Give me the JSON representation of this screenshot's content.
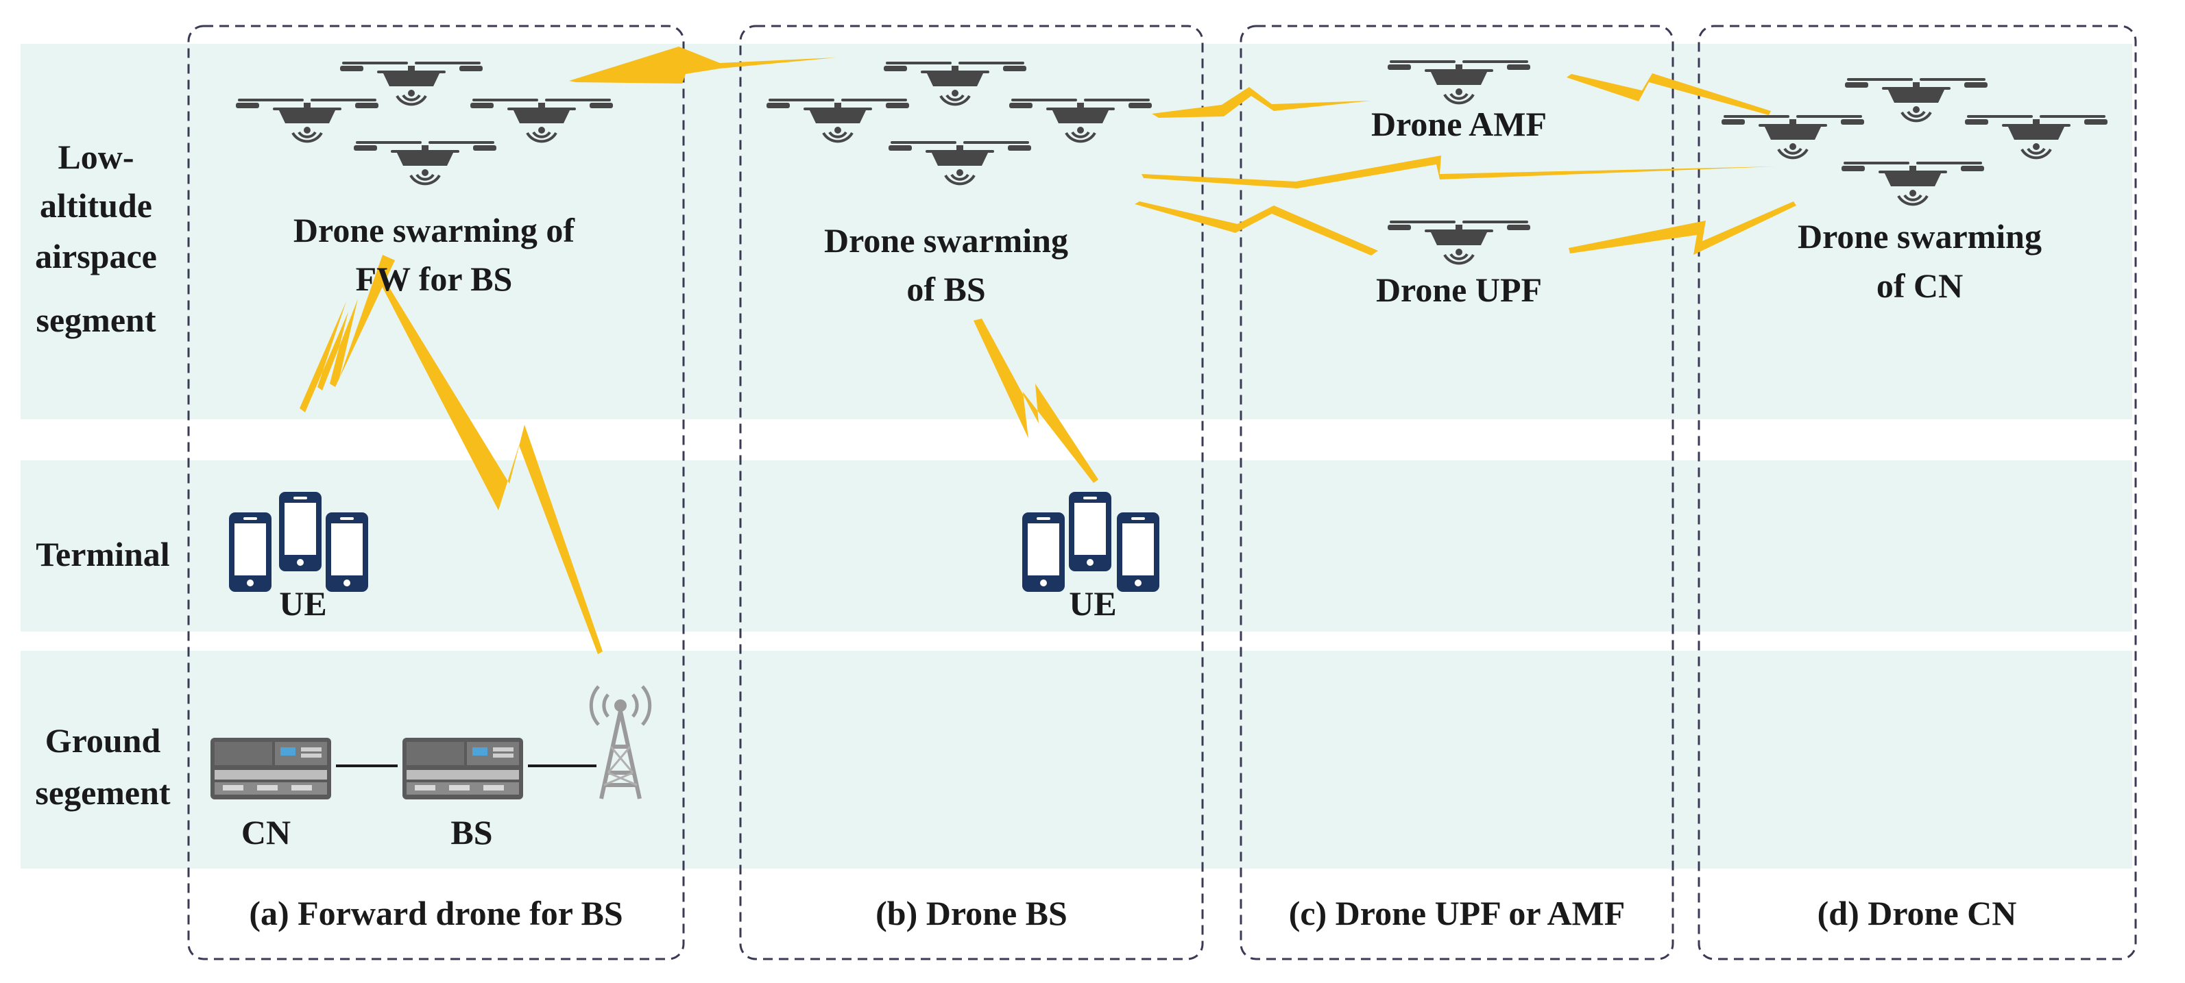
{
  "rows": {
    "airspace": [
      "Low-",
      "altitude",
      "airspace",
      "segment"
    ],
    "terminal": "Terminal",
    "ground": [
      "Ground",
      "segement"
    ]
  },
  "panels": [
    {
      "caption": "(a) Forward drone for BS"
    },
    {
      "caption": "(b) Drone BS"
    },
    {
      "caption": "(c) Drone UPF or AMF"
    },
    {
      "caption": "(d) Drone CN"
    }
  ],
  "labels": {
    "a_swarm": [
      "Drone swarming of",
      "FW for BS"
    ],
    "a_ue": "UE",
    "a_cn": "CN",
    "a_bs": "BS",
    "b_swarm": [
      "Drone swarming",
      "of  BS"
    ],
    "b_ue": "UE",
    "c_amf": "Drone AMF",
    "c_upf": "Drone UPF",
    "d_swarm": [
      "Drone swarming",
      "of  CN"
    ]
  },
  "colors": {
    "band": "#e8f5f3",
    "panel_border": "#3a3a55",
    "link": "#f7bd1b",
    "drone": "#474747",
    "phone": "#1c3560",
    "server": "#5a5a5a",
    "tower": "#9a9a9a"
  },
  "icons": [
    "drone-icon",
    "smartphone-icon",
    "server-icon",
    "cell-tower-icon",
    "lightning-link-icon"
  ]
}
